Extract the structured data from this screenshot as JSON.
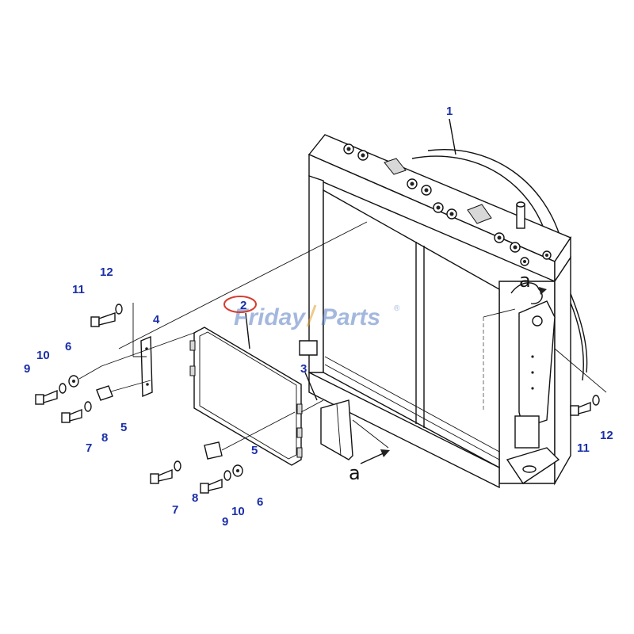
{
  "watermark": {
    "left": "Friday",
    "right": "Parts",
    "mark": "®",
    "color_left": "#5b7fc4",
    "color_right": "#5b7fc4",
    "accent": "#d63b2f"
  },
  "callouts": {
    "c1": "1",
    "c2": "2",
    "c3": "3",
    "c4": "4",
    "c5_top": "5",
    "c5_bottom": "5",
    "c6_top": "6",
    "c6_bottom": "6",
    "c7_top": "7",
    "c7_bottom": "7",
    "c8_top": "8",
    "c8_bottom": "8",
    "c9_top": "9",
    "c9_bottom": "9",
    "c10_top": "10",
    "c10_bottom": "10",
    "c11_left": "11",
    "c11_right": "11",
    "c12_left": "12",
    "c12_right": "12"
  },
  "view_marker": {
    "a_front": "a",
    "a_side": "a"
  },
  "colors": {
    "label": "#1a2fa8",
    "line": "#111111",
    "highlight_ring": "#d63b2f"
  }
}
